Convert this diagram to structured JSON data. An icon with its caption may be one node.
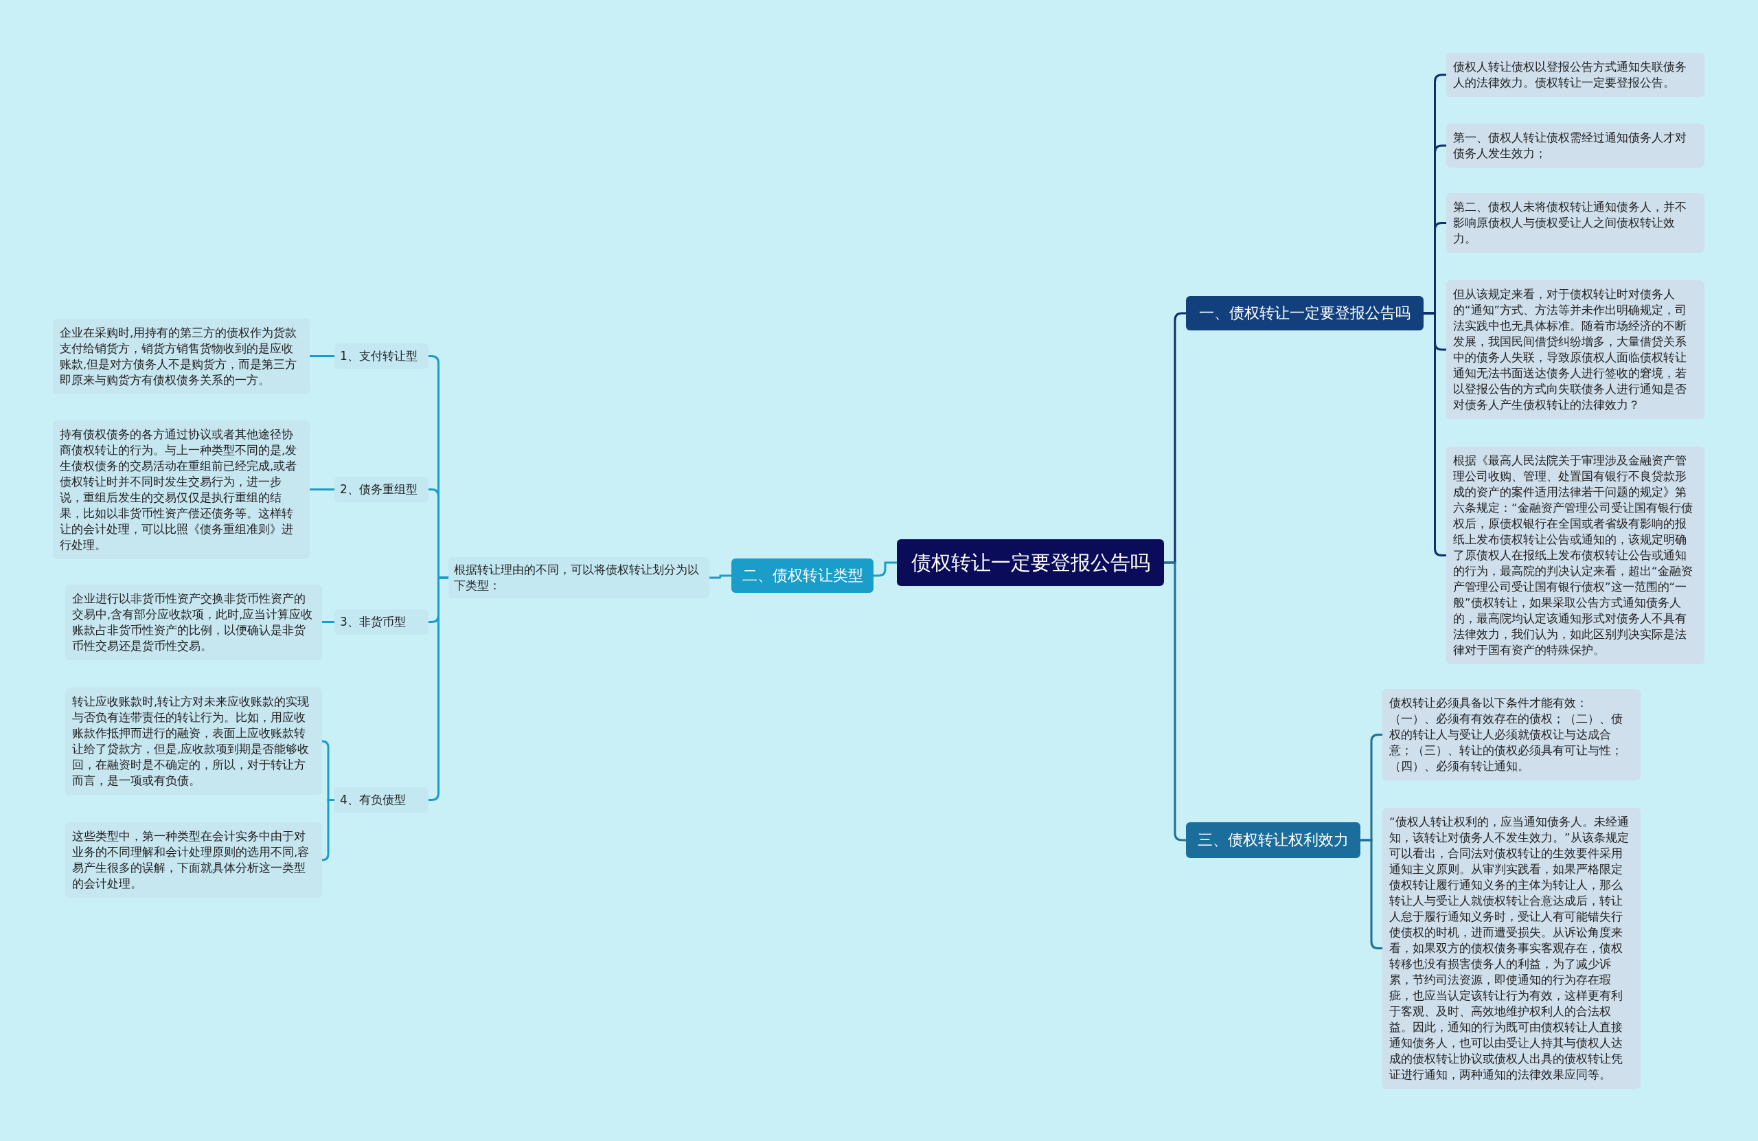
{
  "diagram": {
    "nodes": [
      {
        "text": [
          "债权转让一定要登报公告吗"
        ]
      },
      {
        "text": [
          "一、债权转让一定要登报公告吗"
        ]
      },
      {
        "text": [
          "债权人转让债权以登报公告方式通知失联债务人的法律效力。债权转让一定要登报公告。"
        ]
      },
      {
        "text": [
          "第一、债权人转让债权需经过通知债务人才对债务人发生效力；"
        ]
      },
      {
        "text": [
          "第二、债权人未将债权转让通知债务人，并不影响原债权人与债权受让人之间债权转让效力。"
        ]
      },
      {
        "text": [
          "但从该规定来看，对于债权转让时对债务人的“通知”方式、方法等并未作出明确规定，司法实践中也无具体标准。随着市场经济的不断发展，我国民间借贷纠纷增多，大量借贷关系中的债务人失联，导致原债权人面临债权转让通知无法书面送达债务人进行签收的窘境，若以登报公告的方式向失联债务人进行通知是否对债务人产生债权转让的法律效力？"
        ]
      },
      {
        "text": [
          "根据《最高人民法院关于审理涉及金融资产管理公司收购、管理、处置国有银行不良贷款形成的资产的案件适用法律若干问题的规定》第六条规定：“金融资产管理公司受让国有银行债权后，原债权银行在全国或者省级有影响的报纸上发布债权转让公告或通知的，该规定明确了原债权人在报纸上发布债权转让公告或通知的行为，最高院的判决认定来看，超出“金融资产管理公司受让国有银行债权”这一范围的“一般”债权转让，如果采取公告方式通知债务人的，最高院均认定该通知形式对债务人不具有法律效力，我们认为，如此区别判决实际是法律对于国有资产的特殊保护。"
        ]
      },
      {
        "text": [
          "三、债权转让权利效力"
        ]
      },
      {
        "text": [
          "债权转让必须具备以下条件才能有效：（一）、必须有有效存在的债权；（二）、债权的转让人与受让人必须就债权让与达成合意；（三）、转让的债权必须具有可让与性；（四）、必须有转让通知。"
        ]
      },
      {
        "text": [
          "“债权人转让权利的，应当通知债务人。未经通知，该转让对债务人不发生效力。”从该条规定可以看出，合同法对债权转让的生效要件采用通知主义原则。从审判实践看，如果严格限定债权转让履行通知义务的主体为转让人，那么转让人与受让人就债权转让合意达成后，转让人怠于履行通知义务时，受让人有可能错失行使债权的时机，进而遭受损失。从诉讼角度来看，如果双方的债权债务事实客观存在，债权转移也没有损害债务人的利益，为了减少诉累，节约司法资源，即使通知的行为存在瑕疵，也应当认定该转让行为有效，这样更有利于客观、及时、高效地维护权利人的合法权益。因此，通知的行为既可由债权转让人直接通知债务人，也可以由受让人持其与债权人达成的债权转让协议或债权人出具的债权转让凭证进行通知，两种通知的法律效果应同等。"
        ]
      },
      {
        "text": [
          "二、债权转让类型"
        ]
      },
      {
        "text": [
          "根据转让理由的不同，可以将债权转让划分为以下类型："
        ]
      },
      {
        "text": [
          "1、支付转让型"
        ]
      },
      {
        "text": [
          "2、债务重组型"
        ]
      },
      {
        "text": [
          "3、非货币型"
        ]
      },
      {
        "text": [
          "4、有负债型"
        ]
      },
      {
        "text": [
          "企业在采购时,用持有的第三方的债权作为货款支付给销货方，销货方销售货物收到的是应收账款,但是对方债务人不是购货方，而是第三方即原来与购货方有债权债务关系的一方。"
        ]
      },
      {
        "text": [
          "持有债权债务的各方通过协议或者其他途径协商债权转让的行为。与上一种类型不同的是,发生债权债务的交易活动在重组前已经完成,或者债权转让时并不同时发生交易行为，进一步说，重组后发生的交易仅仅是执行重组的结果，比如以非货币性资产偿还债务等。这样转让的会计处理，可以比照《债务重组准则》进行处理。"
        ]
      },
      {
        "text": [
          "企业进行以非货币性资产交换非货币性资产的交易中,含有部分应收款项，此时,应当计算应收账款占非货币性资产的比例，以便确认是非货币性交易还是货币性交易。"
        ]
      },
      {
        "text": [
          "转让应收账款时,转让方对未来应收账款的实现与否负有连带责任的转让行为。比如，用应收账款作抵押而进行的融资，表面上应收账款转让给了贷款方，但是,应收款项到期是否能够收回，在融资时是不确定的，所以，对于转让方而言，是一项或有负债。"
        ]
      },
      {
        "text": [
          "这些类型中，第一种类型在会计实务中由于对业务的不同理解和会计处理原则的选用不同,容易产生很多的误解，下面就具体分析这一类型的会计处理。"
        ]
      }
    ],
    "edges": [
      {
        "from": 0,
        "to": 1,
        "arrow": "none",
        "color": "#0f2f66"
      },
      {
        "from": 1,
        "to": 2,
        "arrow": "none",
        "color": "#0f2f66"
      },
      {
        "from": 1,
        "to": 3,
        "arrow": "none",
        "color": "#0f2f66"
      },
      {
        "from": 1,
        "to": 4,
        "arrow": "none",
        "color": "#0f2f66"
      },
      {
        "from": 1,
        "to": 5,
        "arrow": "none",
        "color": "#0f2f66"
      },
      {
        "from": 1,
        "to": 6,
        "arrow": "none",
        "color": "#0f2f66"
      },
      {
        "from": 0,
        "to": 7,
        "arrow": "none",
        "color": "#1f6f96"
      },
      {
        "from": 7,
        "to": 8,
        "arrow": "none",
        "color": "#1f6f96"
      },
      {
        "from": 7,
        "to": 9,
        "arrow": "none",
        "color": "#1f6f96"
      },
      {
        "from": 0,
        "to": 10,
        "arrow": "none"
      },
      {
        "from": 10,
        "to": 11,
        "arrow": "none"
      },
      {
        "from": 11,
        "to": 12,
        "arrow": "none"
      },
      {
        "from": 11,
        "to": 13,
        "arrow": "none"
      },
      {
        "from": 11,
        "to": 14,
        "arrow": "none"
      },
      {
        "from": 11,
        "to": 15,
        "arrow": "none"
      },
      {
        "from": 12,
        "to": 16,
        "arrow": "none"
      },
      {
        "from": 13,
        "to": 17,
        "arrow": "none"
      },
      {
        "from": 14,
        "to": 18,
        "arrow": "none"
      },
      {
        "from": 15,
        "to": 19,
        "arrow": "none"
      },
      {
        "from": 15,
        "to": 20,
        "arrow": "none"
      }
    ]
  }
}
